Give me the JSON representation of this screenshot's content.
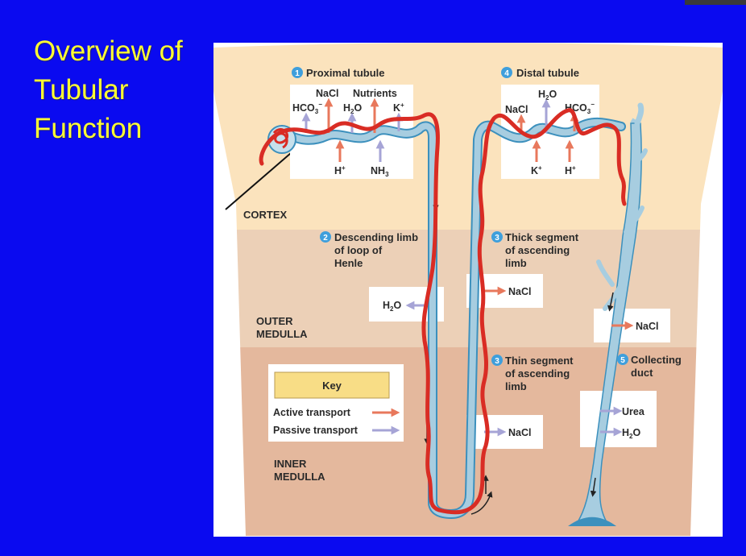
{
  "slide": {
    "title_lines": [
      "Overview of",
      "Tubular",
      "Function"
    ]
  },
  "regions": {
    "cortex": "CORTEX",
    "outer_medulla": [
      "OUTER",
      "MEDULLA"
    ],
    "inner_medulla": [
      "INNER",
      "MEDULLA"
    ]
  },
  "segments": {
    "s1": {
      "num": "1",
      "lines": [
        "Proximal tubule"
      ]
    },
    "s2": {
      "num": "2",
      "lines": [
        "Descending limb",
        "of loop of",
        "Henle"
      ]
    },
    "s3a": {
      "num": "3",
      "lines": [
        "Thick segment",
        "of ascending",
        "limb"
      ]
    },
    "s3b": {
      "num": "3",
      "lines": [
        "Thin segment",
        "of ascending",
        "limb"
      ]
    },
    "s4": {
      "num": "4",
      "lines": [
        "Distal tubule"
      ]
    },
    "s5": {
      "num": "5",
      "lines": [
        "Collecting",
        "duct"
      ]
    }
  },
  "proximal_box": {
    "top": [
      "NaCl",
      "Nutrients"
    ],
    "hco3": "HCO",
    "hco3_sub": "3",
    "hco3_sup": "−",
    "h2o": "H",
    "h2o_sub": "2",
    "h2o_end": "O",
    "k": "K",
    "k_sup": "+",
    "h": "H",
    "h_sup": "+",
    "nh3": "NH",
    "nh3_sub": "3"
  },
  "distal_box": {
    "h2o": "H",
    "h2o_sub": "2",
    "h2o_end": "O",
    "nacl": "NaCl",
    "hco3": "HCO",
    "hco3_sub": "3",
    "hco3_sup": "−",
    "k": "K",
    "k_sup": "+",
    "h": "H",
    "h_sup": "+"
  },
  "flux_boxes": {
    "desc_h2o": {
      "main": "H",
      "sub": "2",
      "end": "O"
    },
    "thick_nacl": "NaCl",
    "collect_nacl": "NaCl",
    "thin_nacl": "NaCl",
    "collect_urea": "Urea",
    "collect_h2o": {
      "main": "H",
      "sub": "2",
      "end": "O"
    }
  },
  "key": {
    "title": "Key",
    "active": "Active transport",
    "passive": "Passive transport"
  },
  "colors": {
    "background": "#0a0af0",
    "title": "#ffff33",
    "cortex": "#fbe3bd",
    "outer_medulla": "#ecd0b7",
    "inner_medulla": "#e4b89d",
    "active_arrow": "#e8785c",
    "passive_arrow": "#a6a4d6",
    "tubule": "#a7cde0",
    "tubule_dark": "#3c90bd",
    "annotation": "#d92c24",
    "key_title_bg": "#f8dd86",
    "badge": "#3f9fdc"
  }
}
